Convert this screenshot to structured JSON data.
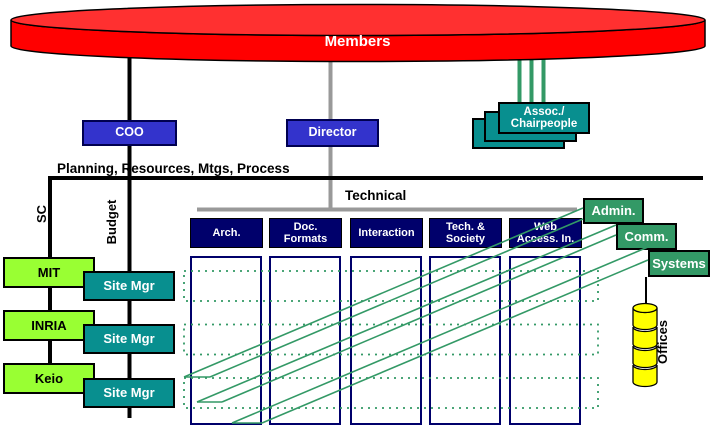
{
  "diagram": {
    "members": {
      "label": "Members"
    },
    "coo": {
      "label": "COO"
    },
    "director": {
      "label": "Director"
    },
    "assoc": {
      "line1": "Assoc./",
      "line2": "Chairpeople"
    },
    "planning": {
      "label": "Planning, Resources, Mtgs, Process"
    },
    "technical": {
      "label": "Technical"
    },
    "sc": {
      "label": "SC"
    },
    "budget": {
      "label": "Budget"
    },
    "hosts": [
      {
        "label": "MIT"
      },
      {
        "label": "INRIA"
      },
      {
        "label": "Keio"
      }
    ],
    "site_managers": [
      {
        "label": "Site Mgr"
      },
      {
        "label": "Site Mgr"
      },
      {
        "label": "Site Mgr"
      }
    ],
    "domains": [
      {
        "line1": "Arch.",
        "line2": ""
      },
      {
        "line1": "Doc.",
        "line2": "Formats"
      },
      {
        "line1": "Interaction",
        "line2": ""
      },
      {
        "line1": "Tech. &",
        "line2": "Society"
      },
      {
        "line1": "Web",
        "line2": "Access. In."
      }
    ],
    "services": [
      {
        "label": "Admin."
      },
      {
        "label": "Comm."
      },
      {
        "label": "Systems"
      }
    ],
    "offices": {
      "label": "Offices"
    },
    "colors": {
      "members_red": "#FF0000",
      "members_top_red": "#FF3030",
      "box_blue": "#3333CC",
      "domain_navy": "#00006B",
      "teal": "#088F8F",
      "service_green": "#339966",
      "host_green": "#99FF33",
      "offices_yellow": "#FFFF00",
      "connector_gray": "#999999",
      "liaison_green": "#339966",
      "connector_black": "#000000"
    }
  }
}
